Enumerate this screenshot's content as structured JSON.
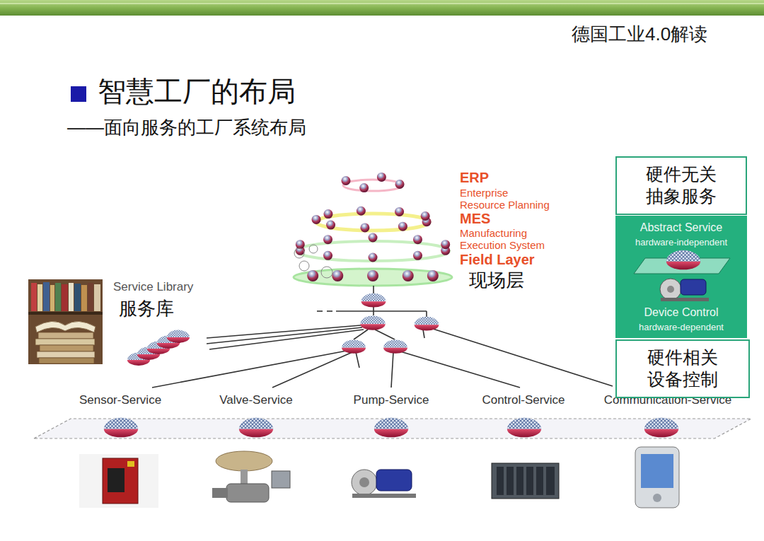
{
  "diagram": {
    "title": "智慧工厂的布局",
    "nodes": [
      {
        "text": [
          "硬件无关 抽象服务"
        ]
      },
      {
        "text": [
          "Abstract Service",
          "hardware-independent",
          "Device Control",
          "hardware-dependent"
        ]
      },
      {
        "text": [
          "硬件相关 设备控制"
        ]
      }
    ],
    "labels": [
      "德国工业4.0解读",
      "——面向服务的工厂系统布局",
      "ERP",
      "Enterprise Resource Planning",
      "MES",
      "Manufacturing Execution System",
      "Field Layer",
      "现场层",
      "Service Library",
      "服务库",
      "Sensor-Service",
      "Valve-Service",
      "Pump-Service",
      "Control-Service",
      "Communication-Service"
    ]
  }
}
